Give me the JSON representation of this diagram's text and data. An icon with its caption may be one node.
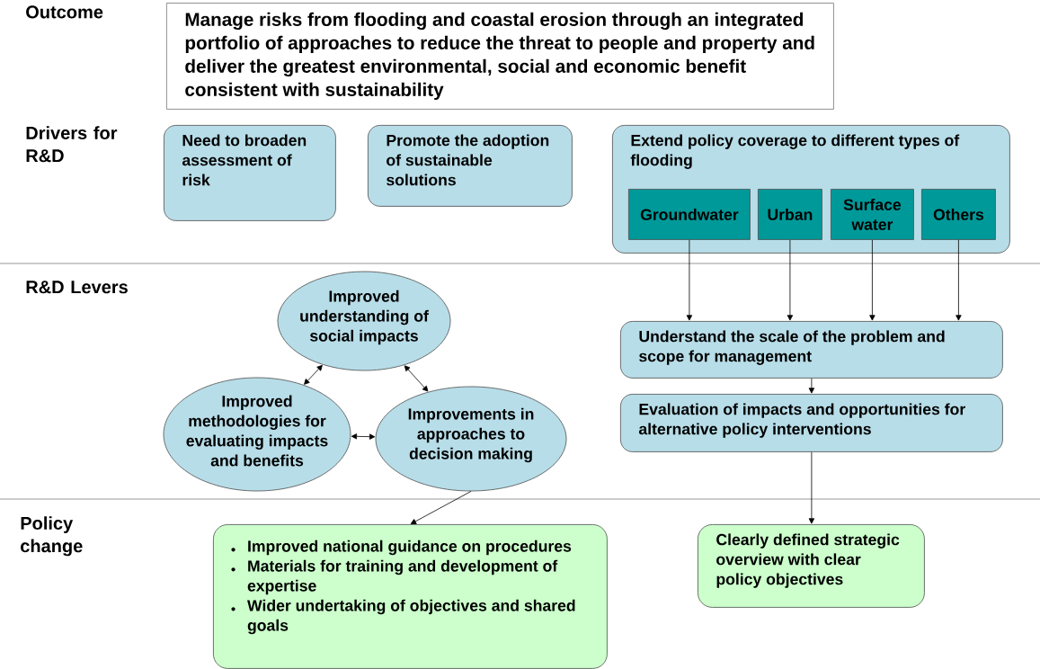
{
  "diagram": {
    "nodes": [
      {
        "text": [
          "Manage risks from flooding and coastal erosion through an integrated portfolio of approaches to reduce the threat to people and property and deliver the greatest environmental, social and economic benefit consistent with sustainability"
        ]
      },
      {
        "text": [
          "Need to broaden assessment of risk"
        ]
      },
      {
        "text": [
          "Promote the adoption of sustainable solutions"
        ]
      },
      {
        "text": [
          "Extend policy coverage to different types of flooding"
        ]
      },
      {
        "text": [
          "Groundwater"
        ],
        "in": 3
      },
      {
        "text": [
          "Urban"
        ],
        "in": 3
      },
      {
        "text": [
          "Surface water"
        ],
        "in": 3
      },
      {
        "text": [
          "Others"
        ],
        "in": 3
      },
      {
        "text": [
          "Improved understanding of social impacts"
        ]
      },
      {
        "text": [
          "Improved methodologies for evaluating impacts and benefits"
        ]
      },
      {
        "text": [
          "Improvements in approaches to decision making"
        ]
      },
      {
        "text": [
          "Understand the scale of the problem and scope for management"
        ]
      },
      {
        "text": [
          "Evaluation of impacts and opportunities for alternative policy interventions"
        ]
      },
      {
        "text": [
          "Improved national guidance on procedures",
          "Materials for training and  development of expertise",
          "Wider undertaking of objectives and shared goals"
        ]
      },
      {
        "text": [
          "Clearly defined strategic overview  with clear policy objectives"
        ]
      }
    ],
    "edges": [
      {
        "from": 4,
        "to": 11,
        "arrow": "to"
      },
      {
        "from": 5,
        "to": 11,
        "arrow": "to"
      },
      {
        "from": 6,
        "to": 11,
        "arrow": "to"
      },
      {
        "from": 7,
        "to": 11,
        "arrow": "to"
      },
      {
        "from": 8,
        "to": 9,
        "arrow": "both"
      },
      {
        "from": 8,
        "to": 10,
        "arrow": "both"
      },
      {
        "from": 9,
        "to": 10,
        "arrow": "both"
      },
      {
        "from": 11,
        "to": 12,
        "arrow": "to"
      },
      {
        "from": 10,
        "to": 13,
        "arrow": "to"
      },
      {
        "from": 12,
        "to": 14,
        "arrow": "to"
      }
    ],
    "labels": [
      "Outcome",
      "Drivers for R&D",
      "R&D Levers",
      "Policy change"
    ]
  }
}
